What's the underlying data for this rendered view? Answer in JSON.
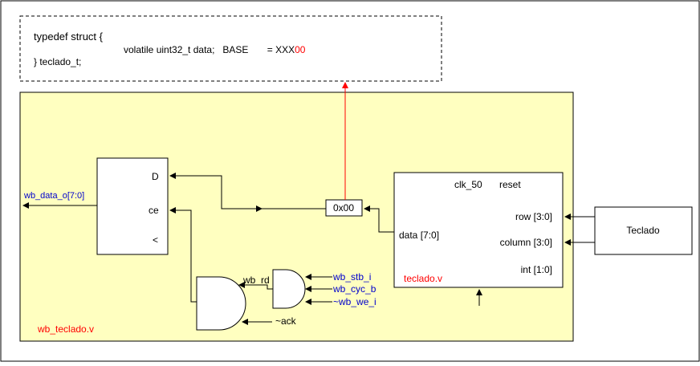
{
  "code_box": {
    "line1": "typedef struct {",
    "line2_prefix": "volatile uint32_t data;   BASE       = XXX",
    "line2_suffix": "00",
    "line3": "} teclado_t;"
  },
  "module": {
    "name": "wb_teclado.v"
  },
  "register": {
    "port_d": "D",
    "port_ce": "ce",
    "port_clk": "<",
    "output_label": "wb_data_o[7:0]"
  },
  "mux_label": "0x00",
  "teclado_v": {
    "name": "teclado.v",
    "clk": "clk_50",
    "reset": "reset",
    "row": "row [3:0]",
    "column": "column [3:0]",
    "int": "int [1:0]",
    "data": "data [7:0]"
  },
  "gates": {
    "wb_rd": "wb_rd",
    "ack": "~ack",
    "stb": "wb_stb_i",
    "cyc": "wb_cyc_b",
    "we": "~wb_we_i"
  },
  "teclado_block": "Teclado",
  "colors": {
    "module_fill": "#ffffc0",
    "red": "#ff0000",
    "blue": "#0000cc",
    "black": "#000000"
  }
}
